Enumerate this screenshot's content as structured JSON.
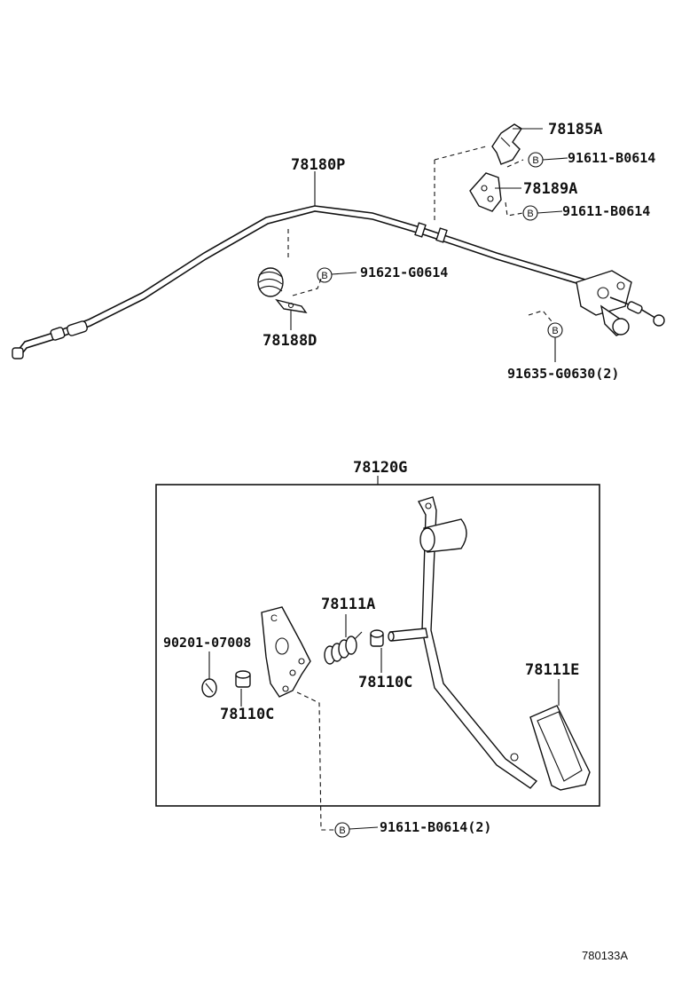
{
  "labels": {
    "p78185A": "78185A",
    "p91611_top": "91611-B0614",
    "p78189A": "78189A",
    "p91611_mid": "91611-B0614",
    "p78180P": "78180P",
    "p91621": "91621-G0614",
    "p78188D": "78188D",
    "p91635": "91635-G0630(2)",
    "p78120G": "78120G",
    "p78111A": "78111A",
    "p90201": "90201-07008",
    "p78110C_left": "78110C",
    "p78110C_right": "78110C",
    "p78111E": "78111E",
    "p91611_bottom": "91611-B0614(2)",
    "ref": "780133A"
  },
  "bolt_mark": "B",
  "bracket_letters": {
    "c": "C"
  }
}
